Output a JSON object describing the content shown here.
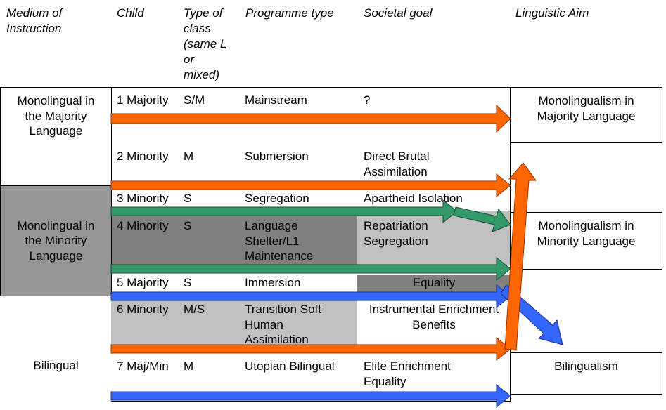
{
  "headers": {
    "medium": [
      "Medium of",
      "Instruction"
    ],
    "child": "Child",
    "type_of_class": [
      "Type of",
      "class",
      "(same L",
      "or",
      "mixed)"
    ],
    "programme_type": "Programme type",
    "societal_goal": "Societal goal",
    "linguistic_aim": "Linguistic Aim"
  },
  "medium_boxes": [
    {
      "lines": [
        "Monolingual in",
        "the Majority",
        "Language"
      ]
    },
    {
      "lines": [
        "Monolingual in",
        "the Minority",
        "Language"
      ]
    },
    {
      "lines": [
        "Bilingual"
      ]
    }
  ],
  "aim_boxes": [
    {
      "lines": [
        "Monolingualism in",
        "Majority Language"
      ]
    },
    {
      "lines": [
        "Monolingualism in",
        "Minority Language"
      ]
    },
    {
      "lines": [
        "Bilingualism"
      ]
    }
  ],
  "rows": [
    {
      "child": "1 Majority",
      "class": "S/M",
      "programme": [
        "Mainstream"
      ],
      "goal": [
        "?"
      ]
    },
    {
      "child": "2 Minority",
      "class": "M",
      "programme": [
        "Submersion"
      ],
      "goal": [
        "Direct Brutal",
        "Assimilation"
      ]
    },
    {
      "child": "3 Minority",
      "class": "S",
      "programme": [
        "Segregation"
      ],
      "goal": [
        "Apartheid Isolation"
      ]
    },
    {
      "child": "4 Minority",
      "class": "S",
      "programme": [
        "Language",
        "Shelter/L1",
        "Maintenance"
      ],
      "goal": [
        "Repatriation",
        "Segregation"
      ]
    },
    {
      "child": "5 Majority",
      "class": "S",
      "programme": [
        "Immersion"
      ],
      "goal": [
        "Equality"
      ]
    },
    {
      "child": "6 Minority",
      "class": "M/S",
      "programme": [
        "Transition Soft",
        "Human",
        "Assimilation"
      ],
      "goal": [
        "Instrumental Enrichment",
        "Benefits"
      ]
    },
    {
      "child": "7 Maj/Min",
      "class": "M",
      "programme": [
        "Utopian Bilingual"
      ],
      "goal": [
        "Elite Enrichment",
        "Equality"
      ]
    }
  ],
  "colors": {
    "orange": "#ff6600",
    "green": "#339966",
    "blue": "#3366ff",
    "dark_grey": "#808080",
    "light_grey": "#c0c0c0",
    "minority_box": "#969696"
  }
}
